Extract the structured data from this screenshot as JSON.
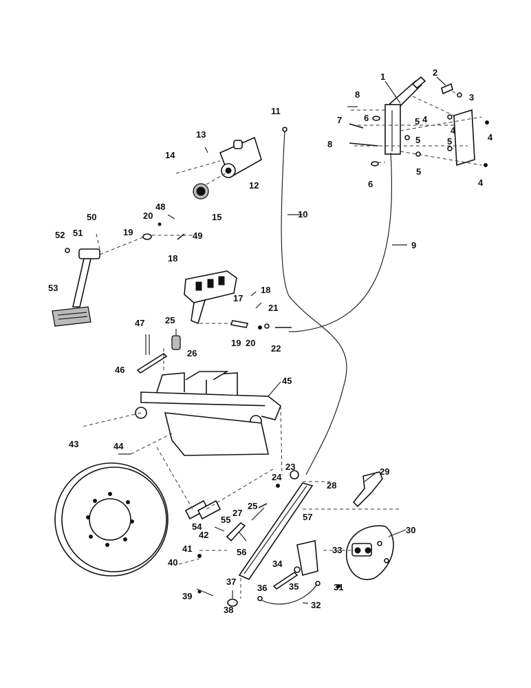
{
  "diagram": {
    "parts": [
      {
        "id": "p1",
        "text": "1"
      },
      {
        "id": "p2",
        "text": "2"
      },
      {
        "id": "p3",
        "text": "3"
      },
      {
        "id": "p4a",
        "text": "4"
      },
      {
        "id": "p4b",
        "text": "4"
      },
      {
        "id": "p4c",
        "text": "4"
      },
      {
        "id": "p4d",
        "text": "4"
      },
      {
        "id": "p5a",
        "text": "5"
      },
      {
        "id": "p5b",
        "text": "5"
      },
      {
        "id": "p5c",
        "text": "5"
      },
      {
        "id": "p5d",
        "text": "5"
      },
      {
        "id": "p6a",
        "text": "6"
      },
      {
        "id": "p6b",
        "text": "6"
      },
      {
        "id": "p7",
        "text": "7"
      },
      {
        "id": "p8a",
        "text": "8"
      },
      {
        "id": "p8b",
        "text": "8"
      },
      {
        "id": "p9",
        "text": "9"
      },
      {
        "id": "p10",
        "text": "10"
      },
      {
        "id": "p11",
        "text": "11"
      },
      {
        "id": "p12",
        "text": "12"
      },
      {
        "id": "p13",
        "text": "13"
      },
      {
        "id": "p14",
        "text": "14"
      },
      {
        "id": "p15",
        "text": "15"
      },
      {
        "id": "p17",
        "text": "17"
      },
      {
        "id": "p18a",
        "text": "18"
      },
      {
        "id": "p18b",
        "text": "18"
      },
      {
        "id": "p19a",
        "text": "19"
      },
      {
        "id": "p19b",
        "text": "19"
      },
      {
        "id": "p20a",
        "text": "20"
      },
      {
        "id": "p20b",
        "text": "20"
      },
      {
        "id": "p21",
        "text": "21"
      },
      {
        "id": "p22",
        "text": "22"
      },
      {
        "id": "p23",
        "text": "23"
      },
      {
        "id": "p24",
        "text": "24"
      },
      {
        "id": "p25a",
        "text": "25"
      },
      {
        "id": "p25b",
        "text": "25"
      },
      {
        "id": "p26",
        "text": "26"
      },
      {
        "id": "p27",
        "text": "27"
      },
      {
        "id": "p28",
        "text": "28"
      },
      {
        "id": "p29",
        "text": "29"
      },
      {
        "id": "p30",
        "text": "30"
      },
      {
        "id": "p31",
        "text": "31"
      },
      {
        "id": "p32",
        "text": "32"
      },
      {
        "id": "p33",
        "text": "33"
      },
      {
        "id": "p34",
        "text": "34"
      },
      {
        "id": "p35",
        "text": "35"
      },
      {
        "id": "p36",
        "text": "36"
      },
      {
        "id": "p37",
        "text": "37"
      },
      {
        "id": "p38",
        "text": "38"
      },
      {
        "id": "p39",
        "text": "39"
      },
      {
        "id": "p40",
        "text": "40"
      },
      {
        "id": "p41",
        "text": "41"
      },
      {
        "id": "p42",
        "text": "42"
      },
      {
        "id": "p43",
        "text": "43"
      },
      {
        "id": "p44",
        "text": "44"
      },
      {
        "id": "p45",
        "text": "45"
      },
      {
        "id": "p46",
        "text": "46"
      },
      {
        "id": "p47",
        "text": "47"
      },
      {
        "id": "p48",
        "text": "48"
      },
      {
        "id": "p49",
        "text": "49"
      },
      {
        "id": "p50",
        "text": "50"
      },
      {
        "id": "p51",
        "text": "51"
      },
      {
        "id": "p52",
        "text": "52"
      },
      {
        "id": "p53",
        "text": "53"
      },
      {
        "id": "p54",
        "text": "54"
      },
      {
        "id": "p55",
        "text": "55"
      },
      {
        "id": "p56",
        "text": "56"
      },
      {
        "id": "p57",
        "text": "57"
      }
    ]
  }
}
